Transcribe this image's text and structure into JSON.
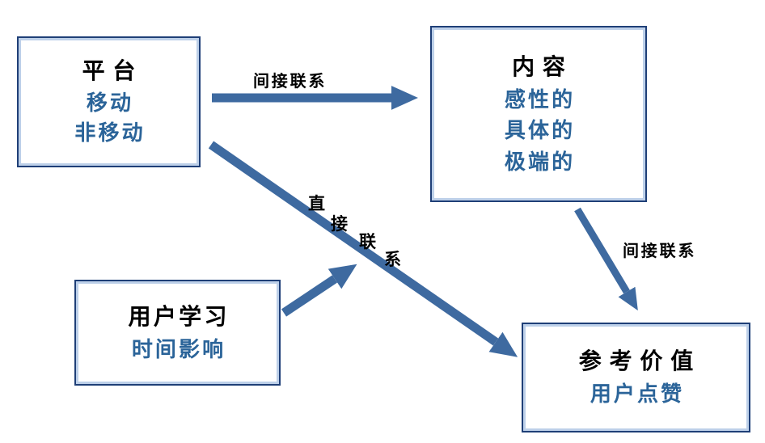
{
  "diagram": {
    "boxes": {
      "platform": {
        "title": "平台",
        "items": [
          "移动",
          "非移动"
        ]
      },
      "content": {
        "title": "内容",
        "items": [
          "感性的",
          "具体的",
          "极端的"
        ]
      },
      "user_learning": {
        "title": "用户学习",
        "items": [
          "时间影响"
        ]
      },
      "reference_value": {
        "title": "参考价值",
        "items": [
          "用户点赞"
        ]
      }
    },
    "labels": {
      "platform_to_content": "间接联系",
      "content_to_reference": "间接联系",
      "platform_to_reference": "直接联系",
      "direct_chars": [
        "直",
        "接",
        "联",
        "系"
      ]
    },
    "colors": {
      "arrow_blue": "#3E6AA0",
      "box_border_navy": "#1F3F77",
      "box_border_inner_light": "#BDD0E9",
      "text_blue": "#2B6499",
      "text_black": "#000000",
      "background": "#FFFFFF"
    }
  }
}
